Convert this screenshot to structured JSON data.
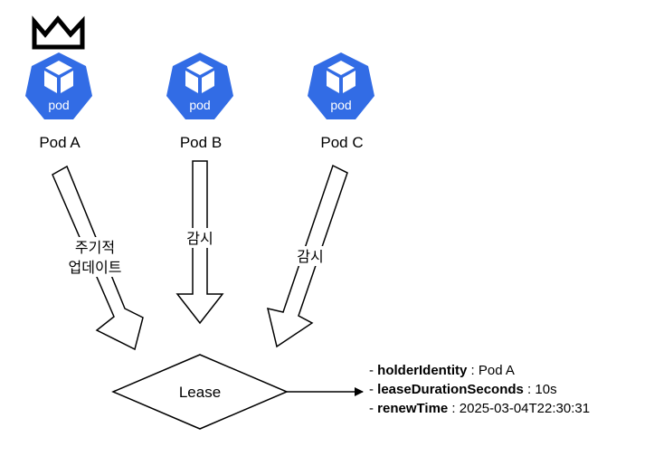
{
  "pods": [
    {
      "label": "Pod A",
      "icon_text": "pod",
      "leader": true
    },
    {
      "label": "Pod B",
      "icon_text": "pod",
      "leader": false
    },
    {
      "label": "Pod C",
      "icon_text": "pod",
      "leader": false
    }
  ],
  "arrows": [
    {
      "label_line1": "주기적",
      "label_line2": "업데이트"
    },
    {
      "label_line1": "감시"
    },
    {
      "label_line1": "감시"
    }
  ],
  "lease": {
    "label": "Lease"
  },
  "attributes": [
    {
      "key": "holderIdentity",
      "value": "Pod A"
    },
    {
      "key": "leaseDurationSeconds",
      "value": "10s"
    },
    {
      "key": "renewTime",
      "value": "2025-03-04T22:30:31"
    }
  ],
  "colors": {
    "pod_fill": "#326CE5",
    "outline": "#000000"
  },
  "icons": {
    "leader": "crown-icon",
    "pod": "kubernetes-pod-icon"
  }
}
